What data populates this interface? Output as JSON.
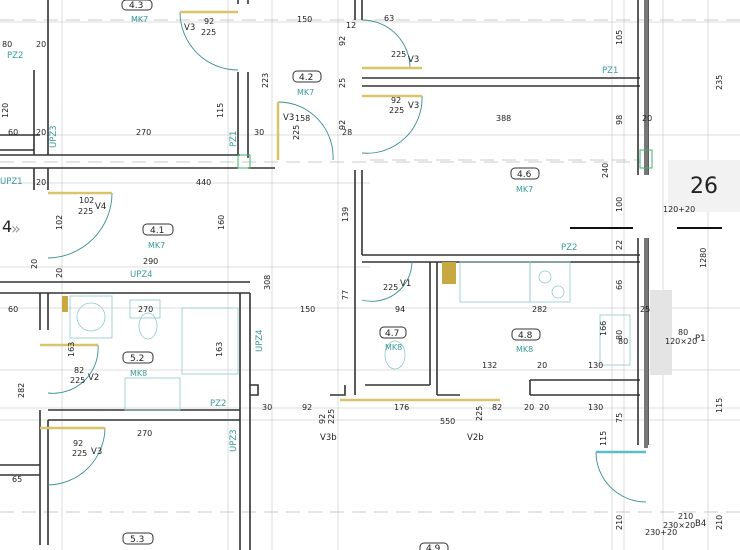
{
  "apartment_number": "26",
  "section_mark": "4",
  "rooms": [
    {
      "id": "4.3",
      "code": "MK7"
    },
    {
      "id": "4.2",
      "code": "MK7"
    },
    {
      "id": "4.1",
      "code": "MK7"
    },
    {
      "id": "4.6",
      "code": "MK7"
    },
    {
      "id": "5.2",
      "code": "MK8"
    },
    {
      "id": "4.7",
      "code": "MK8"
    },
    {
      "id": "4.8",
      "code": "MK8"
    },
    {
      "id": "5.3",
      "code": ""
    },
    {
      "id": "4.9",
      "code": ""
    }
  ],
  "doors": [
    "V3",
    "V3",
    "V3",
    "V3",
    "V4",
    "V1",
    "V2",
    "V3",
    "V3b",
    "V2b"
  ],
  "windows": [
    {
      "tag": "P1",
      "size": "120×20",
      "height": "80"
    },
    {
      "tag": "B4",
      "size": "230×20",
      "height": "210"
    }
  ],
  "zones": [
    "PZ2",
    "UPZ3",
    "PZ1",
    "UPZ1",
    "UPZ4",
    "PZ1",
    "PZ2",
    "UPZ4",
    "PZ2",
    "UPZ3"
  ],
  "dims": [
    "80",
    "20",
    "120",
    "60",
    "20",
    "270",
    "115",
    "223",
    "92",
    "225",
    "150",
    "92",
    "225",
    "63",
    "92",
    "225",
    "92",
    "225",
    "388",
    "105",
    "235",
    "98",
    "240",
    "20",
    "100",
    "22",
    "440",
    "102",
    "225",
    "102",
    "160",
    "139",
    "290",
    "20",
    "20",
    "308",
    "150",
    "77",
    "225",
    "94",
    "282",
    "166",
    "80",
    "66",
    "60",
    "270",
    "163",
    "163",
    "82",
    "225",
    "282",
    "92",
    "225",
    "270",
    "132",
    "20",
    "130",
    "176",
    "550",
    "82",
    "225",
    "20",
    "20",
    "130",
    "80",
    "120+20",
    "1280",
    "115",
    "75",
    "210",
    "230+20",
    "210",
    "65",
    "92",
    "30",
    "92",
    "225",
    "158",
    "28",
    "12",
    "25",
    "115",
    "25",
    "20",
    "30"
  ]
}
